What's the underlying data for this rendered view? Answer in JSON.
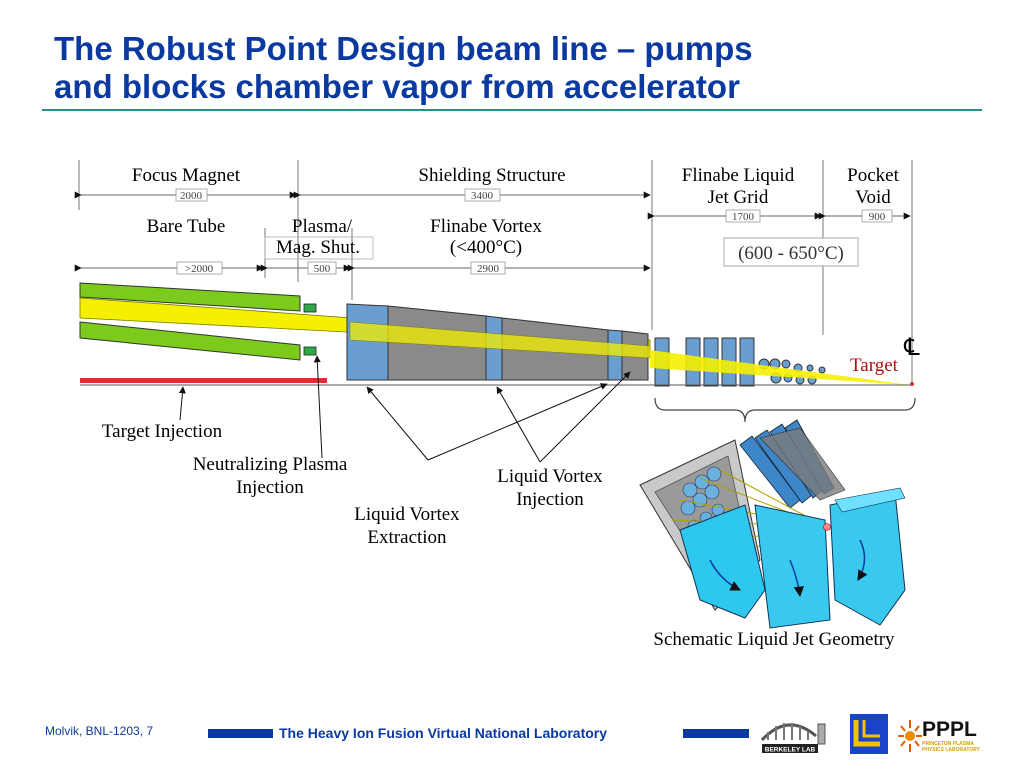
{
  "title": {
    "line1": "The Robust Point Design beam line – pumps",
    "line2": "and blocks chamber vapor from accelerator"
  },
  "top_sections": {
    "focus_magnet": "Focus Magnet",
    "focus_magnet_len": "2000",
    "shielding": "Shielding Structure",
    "shielding_len": "3400",
    "jet_grid_line1": "Flinabe Liquid",
    "jet_grid_line2": "Jet Grid",
    "jet_grid_len": "1700",
    "pocket_line1": "Pocket",
    "pocket_line2": "Void",
    "pocket_len": "900",
    "temp_range": "(600 - 650°C)"
  },
  "sub_sections": {
    "bare_tube": "Bare Tube",
    "bare_tube_len": ">2000",
    "plasma_line1": "Plasma/",
    "plasma_line2": "Mag. Shut.",
    "plasma_len": "500",
    "vortex_line1": "Flinabe Vortex",
    "vortex_line2": "(<400°C)",
    "vortex_len": "2900"
  },
  "labels": {
    "centerline": "℄",
    "target": "Target",
    "target_injection": "Target Injection",
    "neutralizing_line1": "Neutralizing Plasma",
    "neutralizing_line2": "Injection",
    "vortex_injection_line1": "Liquid Vortex",
    "vortex_injection_line2": "Injection",
    "vortex_extraction_line1": "Liquid Vortex",
    "vortex_extraction_line2": "Extraction",
    "schematic_caption": "Schematic Liquid Jet Geometry"
  },
  "footer": {
    "author": "Molvik,  BNL-1203, 7",
    "lab_name": "The Heavy Ion Fusion Virtual National Laboratory",
    "pppl_logo": "PPPL",
    "pppl_sub": "PRINCETON PLASMA PHYSICS LABORATORY",
    "berkeley_logo": "BERKELEY LAB"
  },
  "colors": {
    "title": "#0a3aa0",
    "title_rule": "#2a8f8a",
    "magnet_green": "#7ccb1c",
    "beam_yellow": "#f4f000",
    "vortex_blue": "#6b9ed0",
    "shield_gray": "#8a8a8a",
    "target_red": "#d93030",
    "jet_cyan": "#39c9ee"
  }
}
